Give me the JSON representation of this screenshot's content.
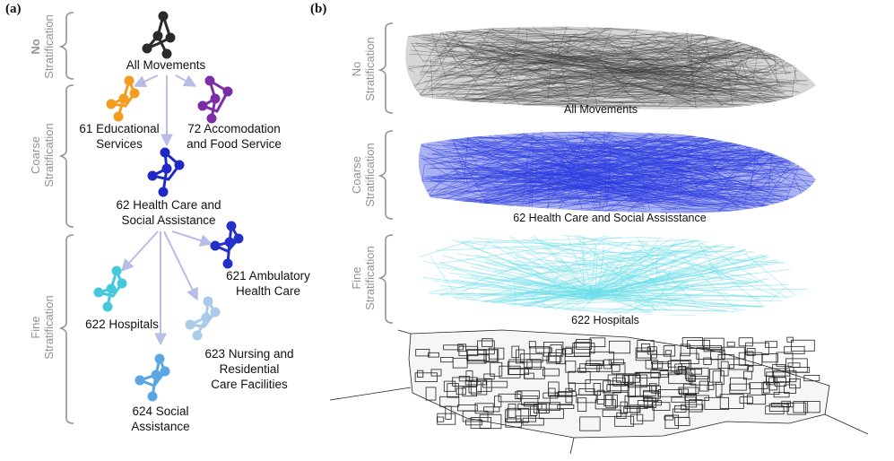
{
  "panels": {
    "a": "(a)",
    "b": "(b)"
  },
  "tiers_a": {
    "no_line1": "No",
    "no_line2": "Stratification",
    "coarse_line1": "Coarse",
    "coarse_line2": "Stratification",
    "fine_line1": "Fine",
    "fine_line2": "Stratification"
  },
  "tiers_b": {
    "no_line1": "No",
    "no_line2": "Stratification",
    "coarse_line1": "Coarse",
    "coarse_line2": "Stratification",
    "fine_line1": "Fine",
    "fine_line2": "Stratification"
  },
  "nodes": {
    "all": "All Movements",
    "n61": "61 Educational\nServices",
    "n72": "72 Accomodation\nand Food Service",
    "n62": "62 Health Care and\nSocial Assistance",
    "n621": "621 Ambulatory\nHealth Care",
    "n622": "622 Hospitals",
    "n623": "623 Nursing and\nResidential\nCare Facilities",
    "n624": "624 Social\nAssistance"
  },
  "colors": {
    "all": "#2b2b2b",
    "n61": "#f39c1f",
    "n72": "#7b2ea6",
    "n62": "#1f29c6",
    "n621": "#2431c8",
    "n622": "#45c8dc",
    "n623": "#a9cbe9",
    "n624": "#5aa5e3",
    "arrow": "#b7bde6",
    "bracket": "#8e9499",
    "map_all": "#3a3a3a",
    "map_62": "#2d3ee0",
    "map_622": "#6fe0ea",
    "map_base": "#222222"
  },
  "map_labels": {
    "all": "All Movements",
    "m62": "62 Health Care and Social Assisstance",
    "m622": "622 Hospitals"
  }
}
